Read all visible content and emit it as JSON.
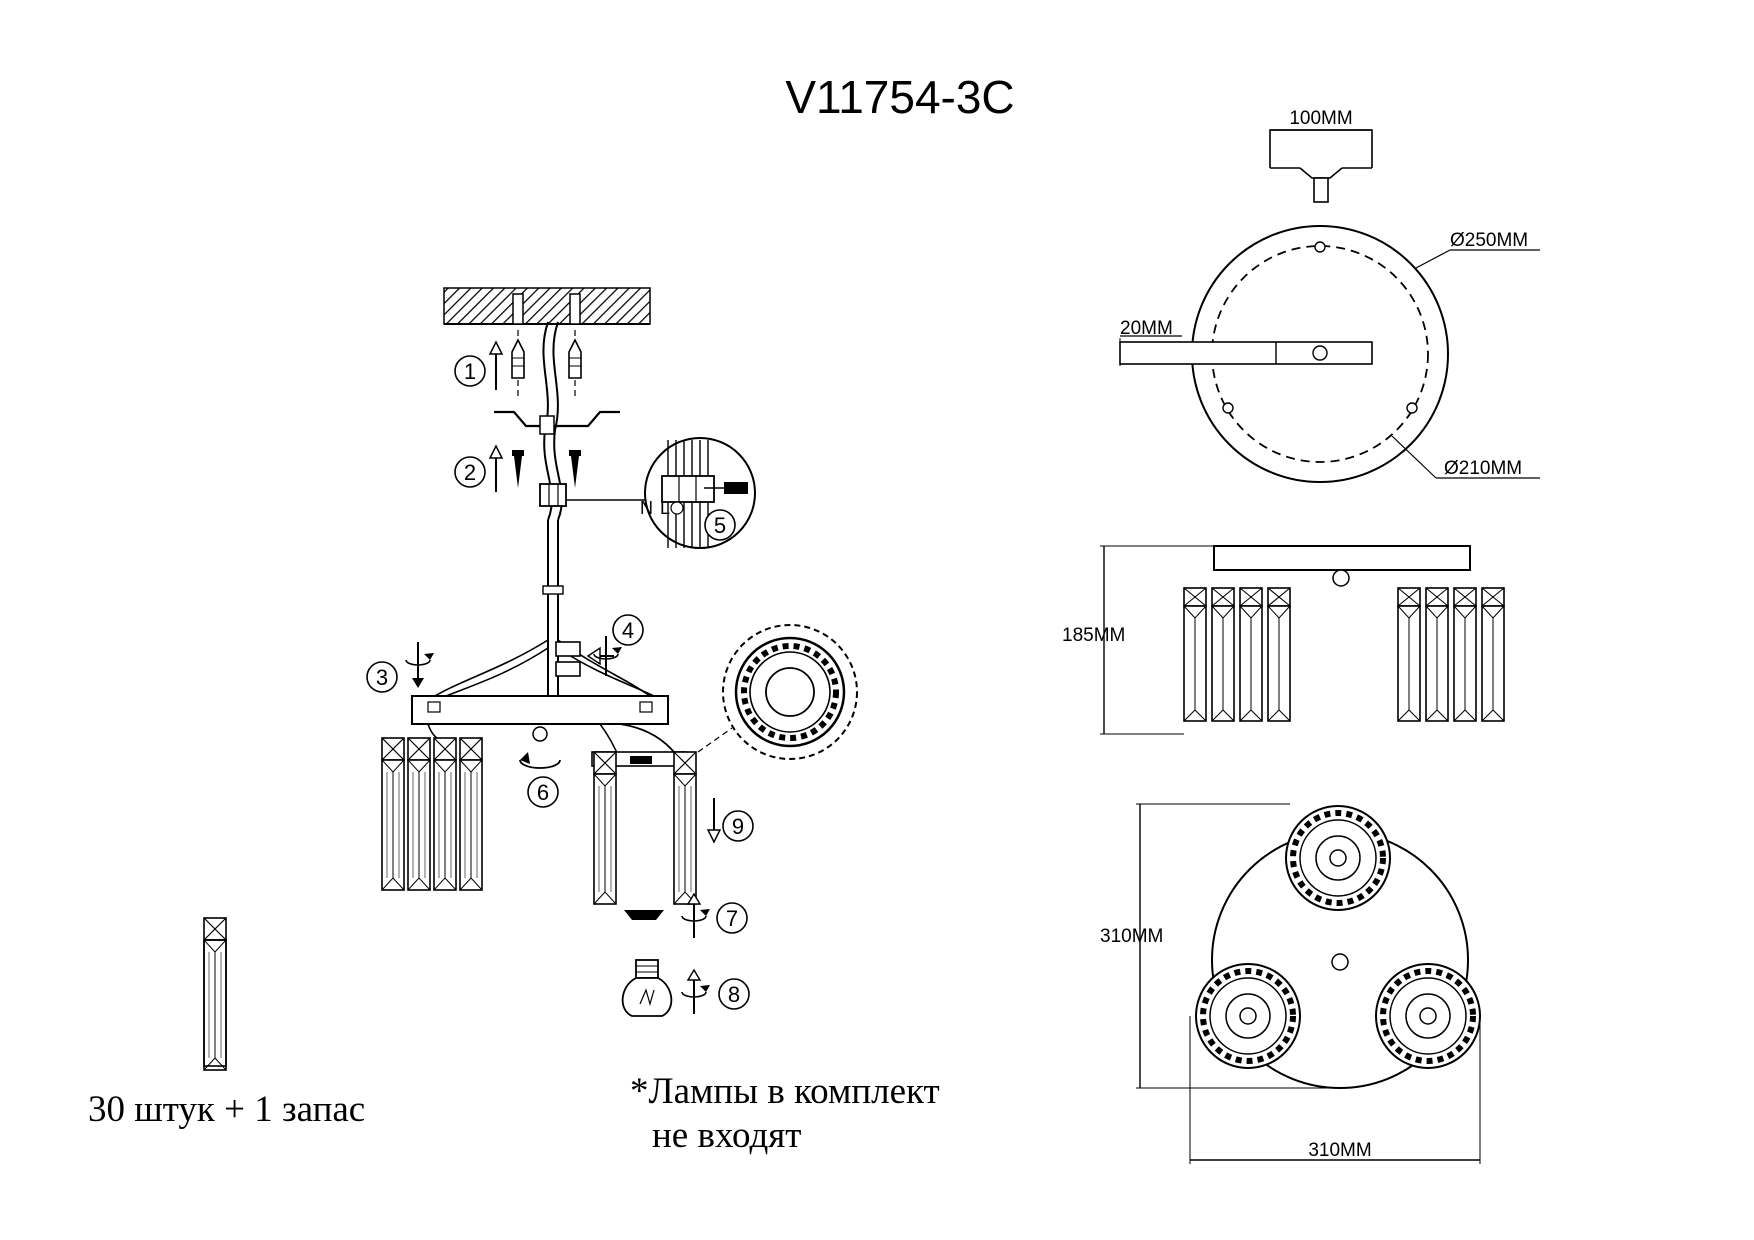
{
  "title": "V11754-3C",
  "steps": [
    "1",
    "2",
    "3",
    "4",
    "5",
    "6",
    "7",
    "8",
    "9"
  ],
  "wiring": {
    "neutral": "N",
    "live": "L"
  },
  "dimensions": {
    "bracket_width": "100MM",
    "outer_diameter": "Ø250MM",
    "inner_diameter": "Ø210MM",
    "bar_height": "20MM",
    "height": "185MM",
    "bottom_height": "310MM",
    "bottom_width": "310MM"
  },
  "spare_crystals_note": "30 штук + 1 запас",
  "lamps_note_line1": "*Лампы в комплект",
  "lamps_note_line2": "не входят",
  "icons": [
    "ceiling-icon",
    "dowel-icon",
    "screw-icon",
    "screwdriver-icon",
    "rotate-arrow-icon",
    "bulb-icon",
    "crystal-prism-icon",
    "decorative-ring-icon"
  ]
}
